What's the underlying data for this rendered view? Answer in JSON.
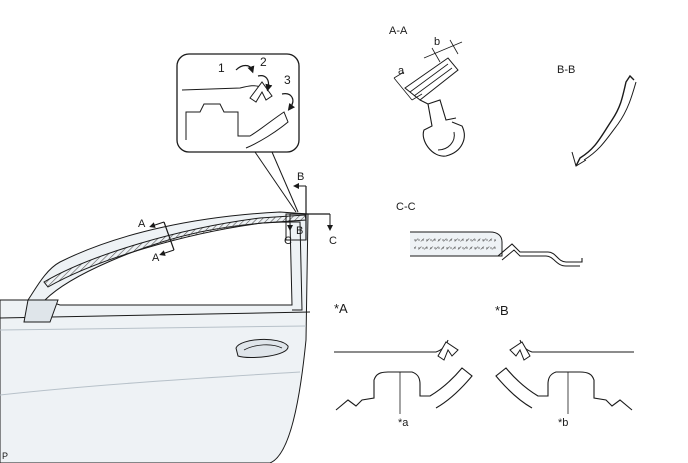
{
  "callout": {
    "step1": "1",
    "step2": "2",
    "step3": "3"
  },
  "section_marks": {
    "a_top": "A",
    "a_bottom": "A",
    "b_top": "B",
    "b_bottom": "B",
    "c_left": "C",
    "c_right": "C"
  },
  "sections": {
    "aa": {
      "title": "A-A",
      "dim_a": "a",
      "dim_b": "b"
    },
    "bb": {
      "title": "B-B"
    },
    "cc": {
      "title": "C-C"
    }
  },
  "details": {
    "a": {
      "title": "*A",
      "point": "*a"
    },
    "b": {
      "title": "*B",
      "point": "*b"
    }
  },
  "footer": {
    "code": "P"
  },
  "colors": {
    "line": "#1a1a1a",
    "door_fill": "#eef2f5",
    "door_shade": "#dfe5ea",
    "hatch": "#555555"
  }
}
